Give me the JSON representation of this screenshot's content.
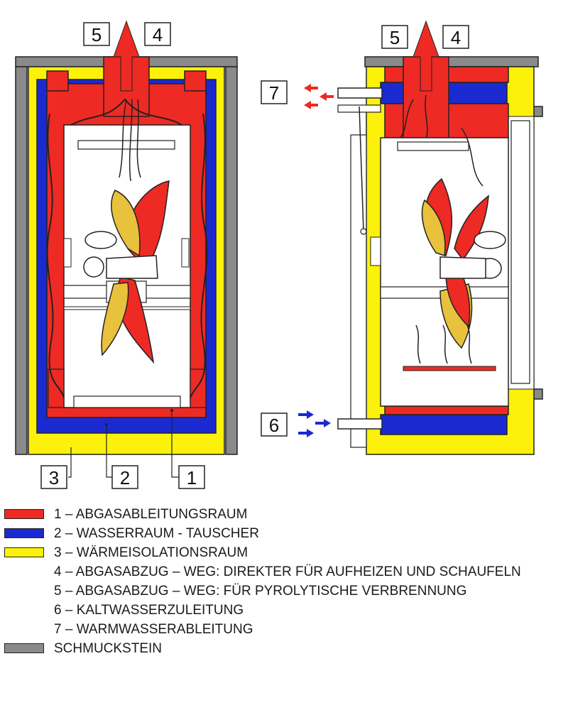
{
  "colors": {
    "red": "#ee2a24",
    "blue": "#1b2ad0",
    "yellow": "#fbf10a",
    "gray": "#8a8a8a",
    "golden": "#e8c23c",
    "chamber": "#ffffff",
    "outline": "#222222"
  },
  "callouts": {
    "left_top_5": "5",
    "left_top_4": "4",
    "right_top_5": "5",
    "right_top_4": "4",
    "warm_water_7": "7",
    "cold_water_6": "6",
    "bottom_3": "3",
    "bottom_2": "2",
    "bottom_1": "1"
  },
  "legend": [
    {
      "label": "1 – ABGASABLEITUNGSRAUM",
      "swatch": "#ee2a24"
    },
    {
      "label": "2 – WASSERRAUM - TAUSCHER",
      "swatch": "#1b2ad0"
    },
    {
      "label": "3 – WÄRMEISOLATIONSRAUM",
      "swatch": "#fbf10a"
    },
    {
      "label": "4 – ABGASABZUG – WEG: DIREKTER FÜR AUFHEIZEN UND SCHAUFELN",
      "swatch": ""
    },
    {
      "label": "5 – ABGASABZUG – WEG: FÜR PYROLYTISCHE VERBRENNUNG",
      "swatch": ""
    },
    {
      "label": "6 – KALTWASSERZULEITUNG",
      "swatch": ""
    },
    {
      "label": "7 – WARMWASSERABLEITUNG",
      "swatch": ""
    },
    {
      "label": "SCHMUCKSTEIN",
      "swatch": "#8a8a8a"
    }
  ]
}
